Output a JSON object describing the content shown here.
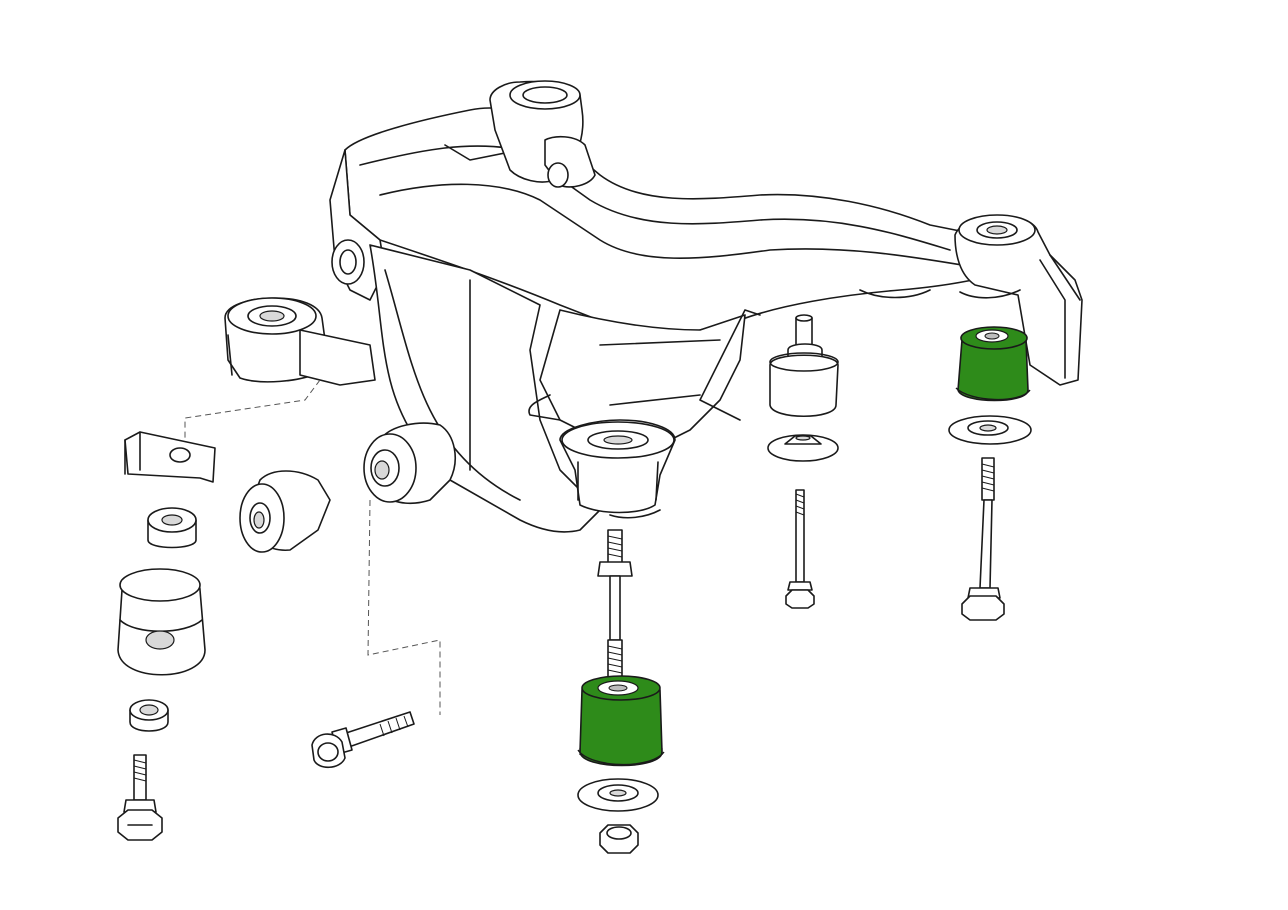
{
  "diagram": {
    "highlight_color": "#2e8b1a",
    "line_color": "#1a1a1a",
    "background": "#ffffff",
    "parts": [
      {
        "id": "subframe",
        "highlighted": false
      },
      {
        "id": "mount-bracket-clip",
        "highlighted": false
      },
      {
        "id": "spacer-ring",
        "highlighted": false
      },
      {
        "id": "rubber-bushing-left",
        "highlighted": false
      },
      {
        "id": "large-bushing",
        "highlighted": false
      },
      {
        "id": "small-washer",
        "highlighted": false
      },
      {
        "id": "hex-bolt-left",
        "highlighted": false
      },
      {
        "id": "long-hex-bolt",
        "highlighted": false
      },
      {
        "id": "stud-bolt-center",
        "highlighted": false
      },
      {
        "id": "subframe-mount-bushing-center",
        "highlighted": true
      },
      {
        "id": "large-washer-center",
        "highlighted": false
      },
      {
        "id": "hex-nut-center",
        "highlighted": false
      },
      {
        "id": "rubber-mount-rear",
        "highlighted": false
      },
      {
        "id": "conical-washer-rear",
        "highlighted": false
      },
      {
        "id": "bolt-rear",
        "highlighted": false
      },
      {
        "id": "subframe-mount-bushing-right",
        "highlighted": true
      },
      {
        "id": "washer-right",
        "highlighted": false
      },
      {
        "id": "bolt-right",
        "highlighted": false
      }
    ]
  }
}
